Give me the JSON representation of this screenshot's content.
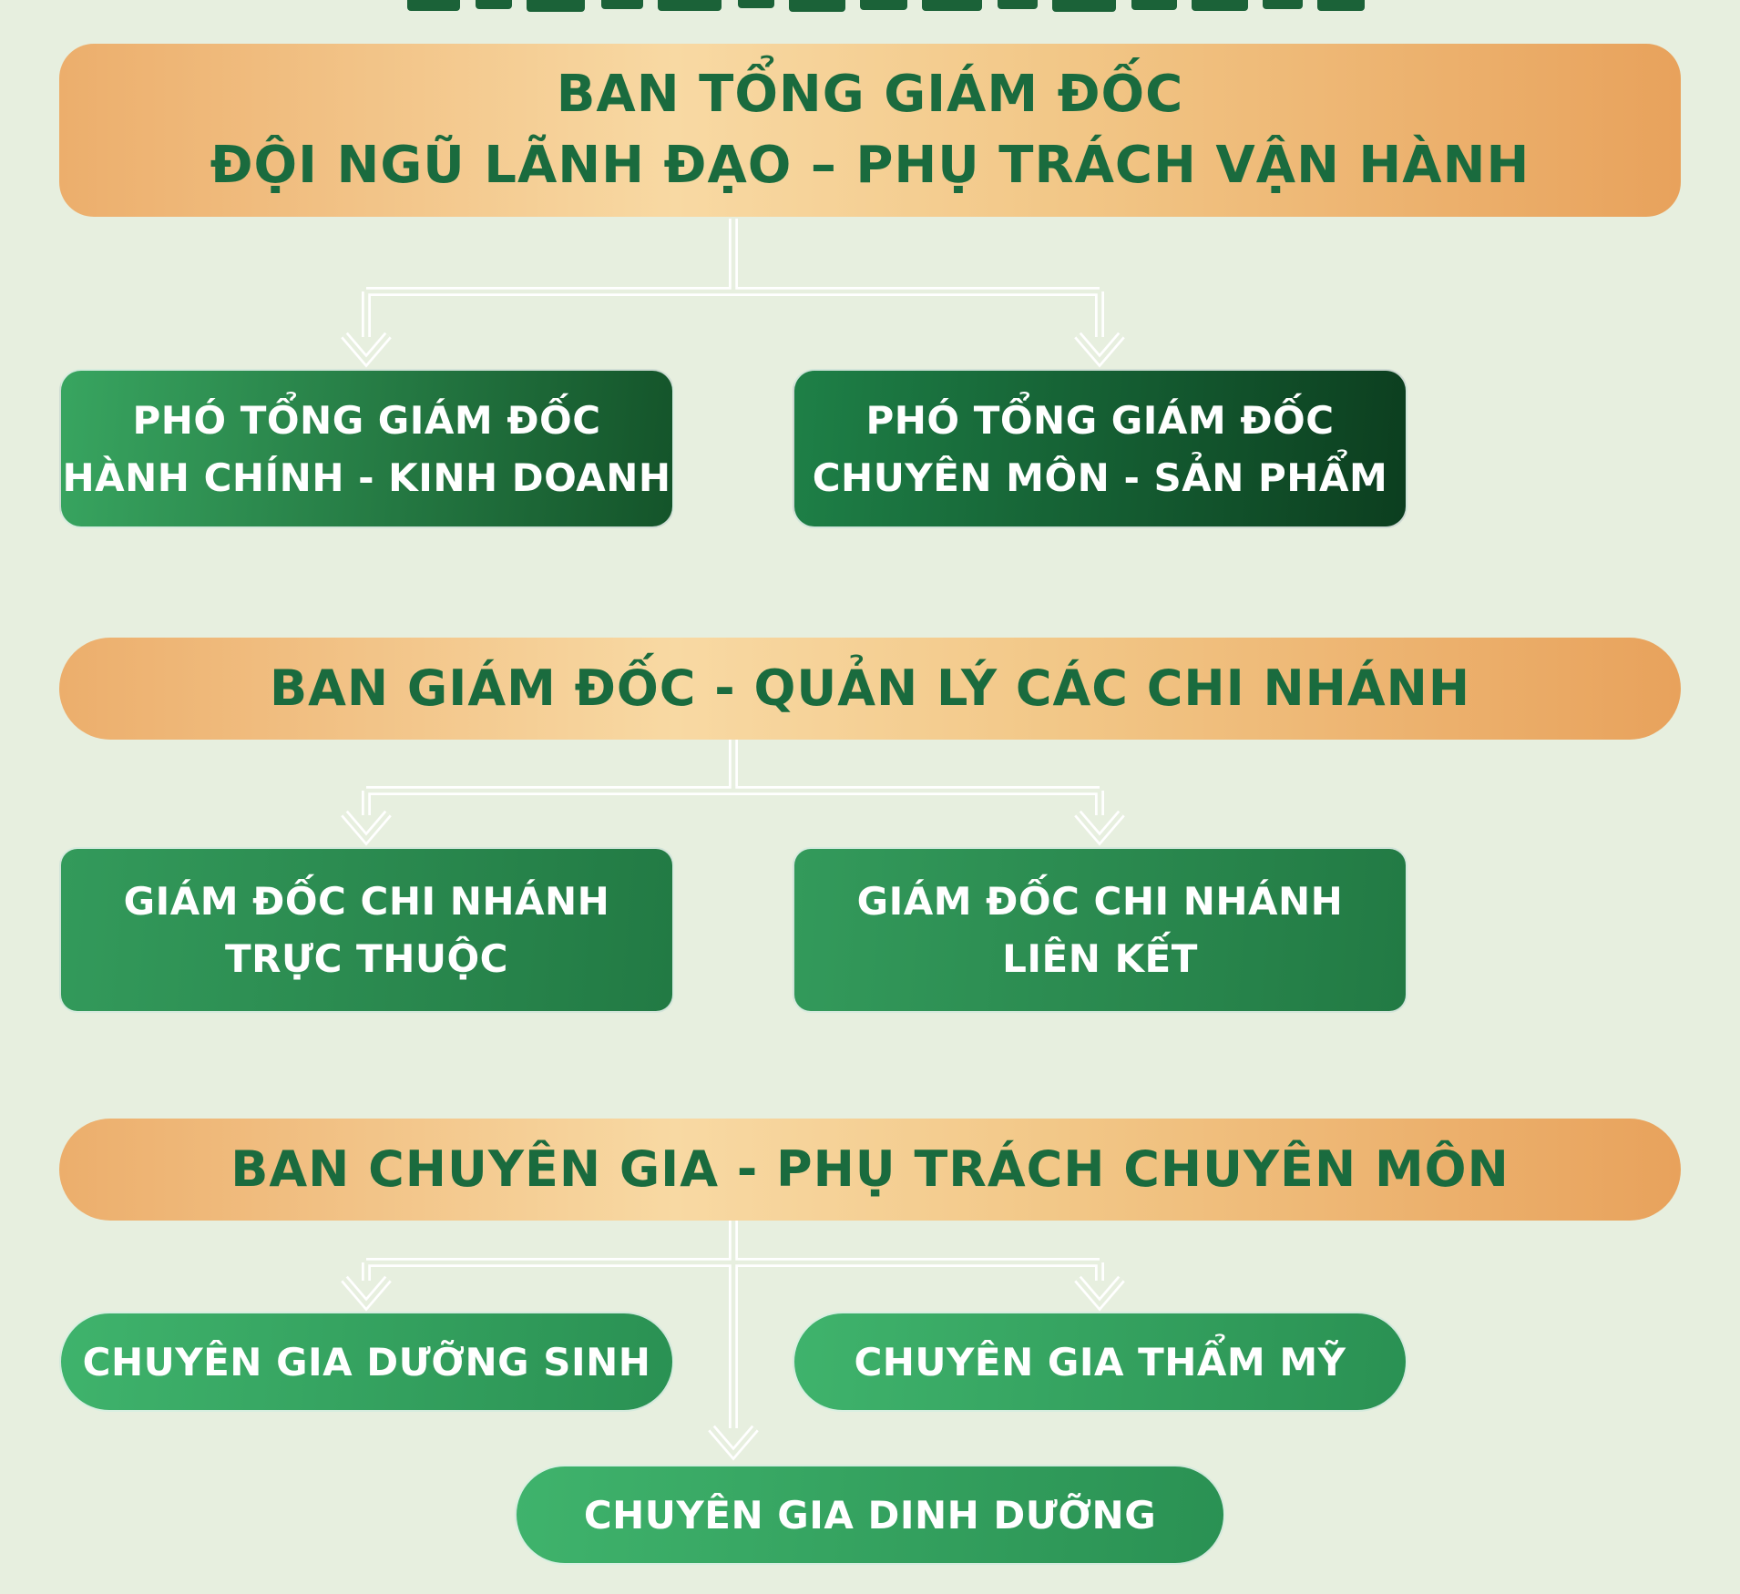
{
  "page": {
    "background_color": "#e7efdf"
  },
  "colors": {
    "bg": "#e7efdf",
    "banner-text": "#1a6b3e",
    "banner-grad-a": "#ecae6c",
    "banner-grad-b": "#f8d9a3",
    "banner-grad-c": "#e8a25c",
    "box-text": "#ffffff",
    "row2-left-a": "#38a560",
    "row2-left-b": "#14542a",
    "row2-right-a": "#1e8047",
    "row2-right-b": "#0c3e1f",
    "row4-a": "#339a5b",
    "row4-b": "#227a44",
    "pill-a": "#3fb36c",
    "pill-b": "#2a9153",
    "connector": "#ffffff"
  },
  "org_chart": {
    "level1": {
      "banner": {
        "line1": "BAN TỔNG GIÁM ĐỐC",
        "line2": "ĐỘI NGŨ LÃNH ĐẠO – PHỤ TRÁCH VẬN HÀNH"
      },
      "boxes": [
        {
          "line1": "PHÓ TỔNG GIÁM ĐỐC",
          "line2": "HÀNH CHÍNH - KINH DOANH"
        },
        {
          "line1": "PHÓ TỔNG GIÁM ĐỐC",
          "line2": "CHUYÊN MÔN - SẢN PHẨM"
        }
      ]
    },
    "level2": {
      "banner": {
        "line1": "BAN GIÁM ĐỐC - QUẢN LÝ CÁC CHI NHÁNH"
      },
      "boxes": [
        {
          "line1": "GIÁM ĐỐC CHI NHÁNH",
          "line2": "TRỰC THUỘC"
        },
        {
          "line1": "GIÁM ĐỐC CHI NHÁNH",
          "line2": "LIÊN KẾT"
        }
      ]
    },
    "level3": {
      "banner": {
        "line1": "BAN CHUYÊN GIA - PHỤ TRÁCH CHUYÊN MÔN"
      },
      "boxes": [
        {
          "line1": "CHUYÊN GIA DƯỠNG SINH"
        },
        {
          "line1": "CHUYÊN GIA THẨM MỸ"
        },
        {
          "line1": "CHUYÊN GIA DINH DƯỠNG"
        }
      ]
    }
  }
}
